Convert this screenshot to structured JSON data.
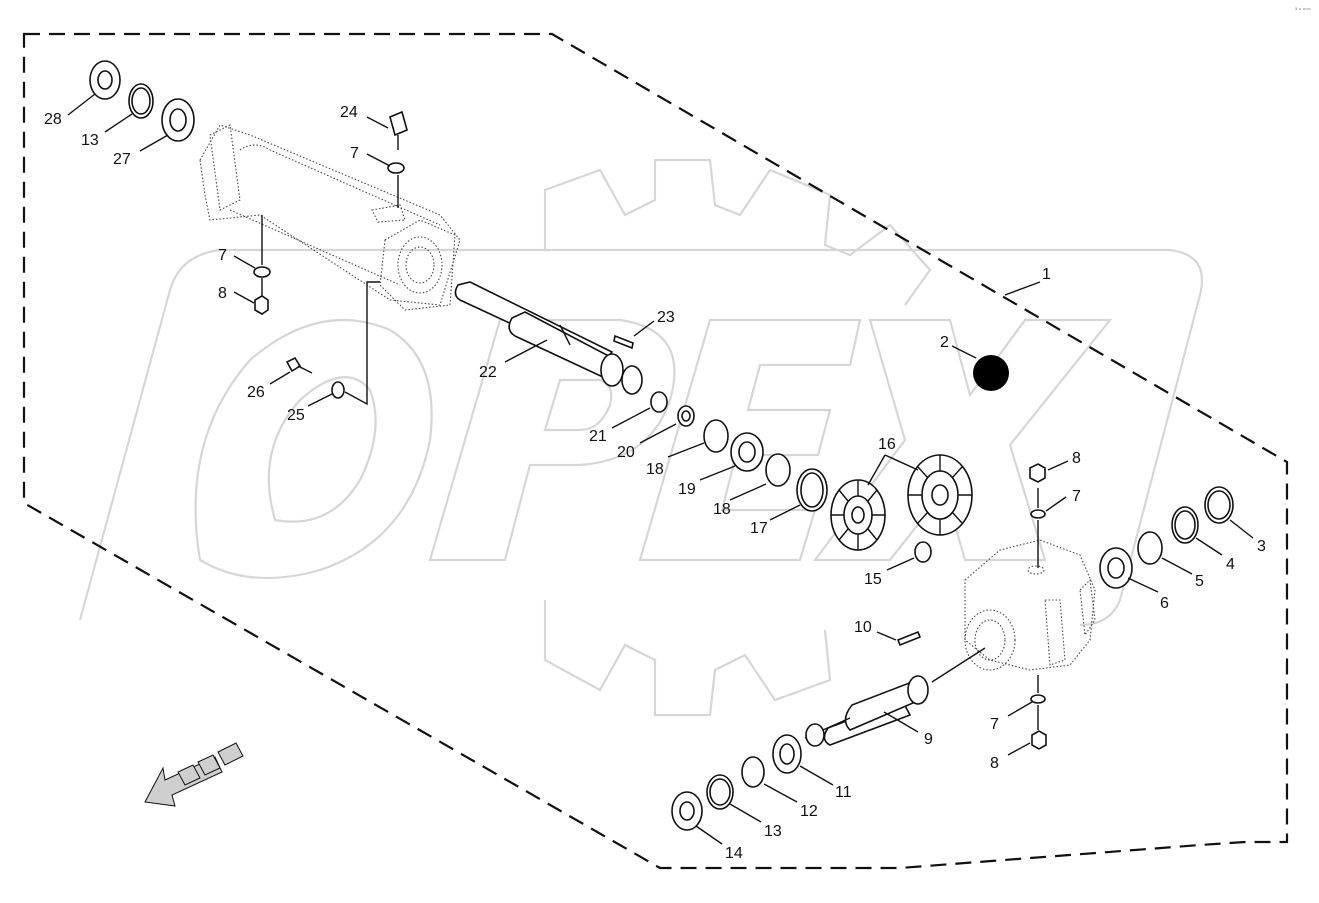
{
  "corner_text": "a ▫ ▫▫▫",
  "callouts": [
    {
      "id": "28",
      "text": "28"
    },
    {
      "id": "13a",
      "text": "13"
    },
    {
      "id": "27",
      "text": "27"
    },
    {
      "id": "24",
      "text": "24"
    },
    {
      "id": "7a",
      "text": "7"
    },
    {
      "id": "7b",
      "text": "7"
    },
    {
      "id": "8a",
      "text": "8"
    },
    {
      "id": "23",
      "text": "23"
    },
    {
      "id": "22",
      "text": "22"
    },
    {
      "id": "26",
      "text": "26"
    },
    {
      "id": "25",
      "text": "25"
    },
    {
      "id": "1",
      "text": "1"
    },
    {
      "id": "2",
      "text": "2"
    },
    {
      "id": "21",
      "text": "21"
    },
    {
      "id": "20",
      "text": "20"
    },
    {
      "id": "18a",
      "text": "18"
    },
    {
      "id": "19",
      "text": "19"
    },
    {
      "id": "18b",
      "text": "18"
    },
    {
      "id": "17",
      "text": "17"
    },
    {
      "id": "16",
      "text": "16"
    },
    {
      "id": "15",
      "text": "15"
    },
    {
      "id": "8b",
      "text": "8"
    },
    {
      "id": "7c",
      "text": "7"
    },
    {
      "id": "3",
      "text": "3"
    },
    {
      "id": "4",
      "text": "4"
    },
    {
      "id": "5",
      "text": "5"
    },
    {
      "id": "6",
      "text": "6"
    },
    {
      "id": "10",
      "text": "10"
    },
    {
      "id": "9",
      "text": "9"
    },
    {
      "id": "7d",
      "text": "7"
    },
    {
      "id": "8c",
      "text": "8"
    },
    {
      "id": "11",
      "text": "11"
    },
    {
      "id": "12",
      "text": "12"
    },
    {
      "id": "13b",
      "text": "13"
    },
    {
      "id": "14",
      "text": "14"
    }
  ]
}
